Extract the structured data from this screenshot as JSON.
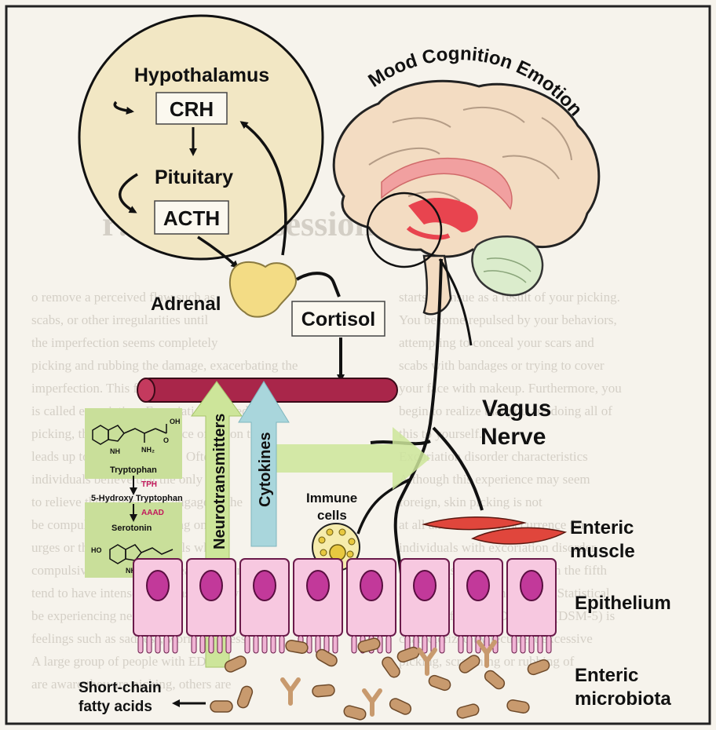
{
  "hpa": {
    "hypothalamus": "Hypothalamus",
    "crh": "CRH",
    "pituitary": "Pituitary",
    "acth": "ACTH"
  },
  "adrenal": "Adrenal",
  "cortisol": "Cortisol",
  "brain_caption": "Mood Cognition Emotion",
  "vagus": {
    "line1": "Vagus",
    "line2": "Nerve"
  },
  "pathways": {
    "neurotransmitters": "Neurotransmitters",
    "cytokines": "Cytokines",
    "immune_cells": {
      "line1": "Immune",
      "line2": "cells"
    }
  },
  "chemistry": {
    "tryptophan": "Tryptophan",
    "tph": "TPH",
    "hydroxy": "5-Hydroxy Tryptophan",
    "aaad": "AAAD",
    "serotonin": "Serotonin",
    "nh2": "NH₂",
    "nh": "NH",
    "oh": "OH",
    "o": "O",
    "ho": "HO"
  },
  "gut": {
    "enteric_muscle": {
      "line1": "Enteric",
      "line2": "muscle"
    },
    "epithelium": "Epithelium",
    "microbiota": {
      "line1": "Enteric",
      "line2": "microbiota"
    },
    "scfa": {
      "line1": "Short-chain",
      "line2": "fatty acids"
    }
  },
  "background_page": {
    "heading": "r: A new obsession in the mirror",
    "left_col": [
      "o remove a perceived flaw such as",
      "scabs, or other irregularities until",
      "the imperfection seems completely",
      "picking and rubbing the damage, exacerbating the",
      "imperfection. This form of skin picking",
      "is called excoriation. Excoriation-caused",
      "picking, there is a high chance of lesion that",
      "leads up to the skin damage. Often,",
      "individuals believe that the only way",
      "to relieve their stress is to engage in the",
      "be compulsive, such as acting on",
      "urges or thoughts. Individuals who",
      "compulsively engage in repeated picking",
      "tend to have intense emotions and may",
      "be experiencing negative",
      "feelings such as sadness, worry or stress.",
      "A large group of people with ED",
      "are aware they are picking, others are"
    ],
    "right_col": [
      "starts to ensue as a result of your picking.",
      "You become repulsed by your behaviors,",
      "attempting to conceal your scars and",
      "scabs with bandages or trying to cover",
      "your face with makeup. Furthermore, you",
      "begin to realize that you are doing all of",
      "this to yourself.",
      "Excoriation disorder characteristics",
      "Although this experience may seem",
      "foreign, skin picking is not",
      "at all an uncommon occurrence for",
      "individuals with excoriation disorder",
      "(ED). This disorder is listed in the fifth",
      "edition of the Diagnostic and Statistical",
      "Manual of Mental Disorders (DSM-5) is",
      "characterized by recurrent excessive",
      "picking, scratching or rubbing of"
    ]
  }
}
